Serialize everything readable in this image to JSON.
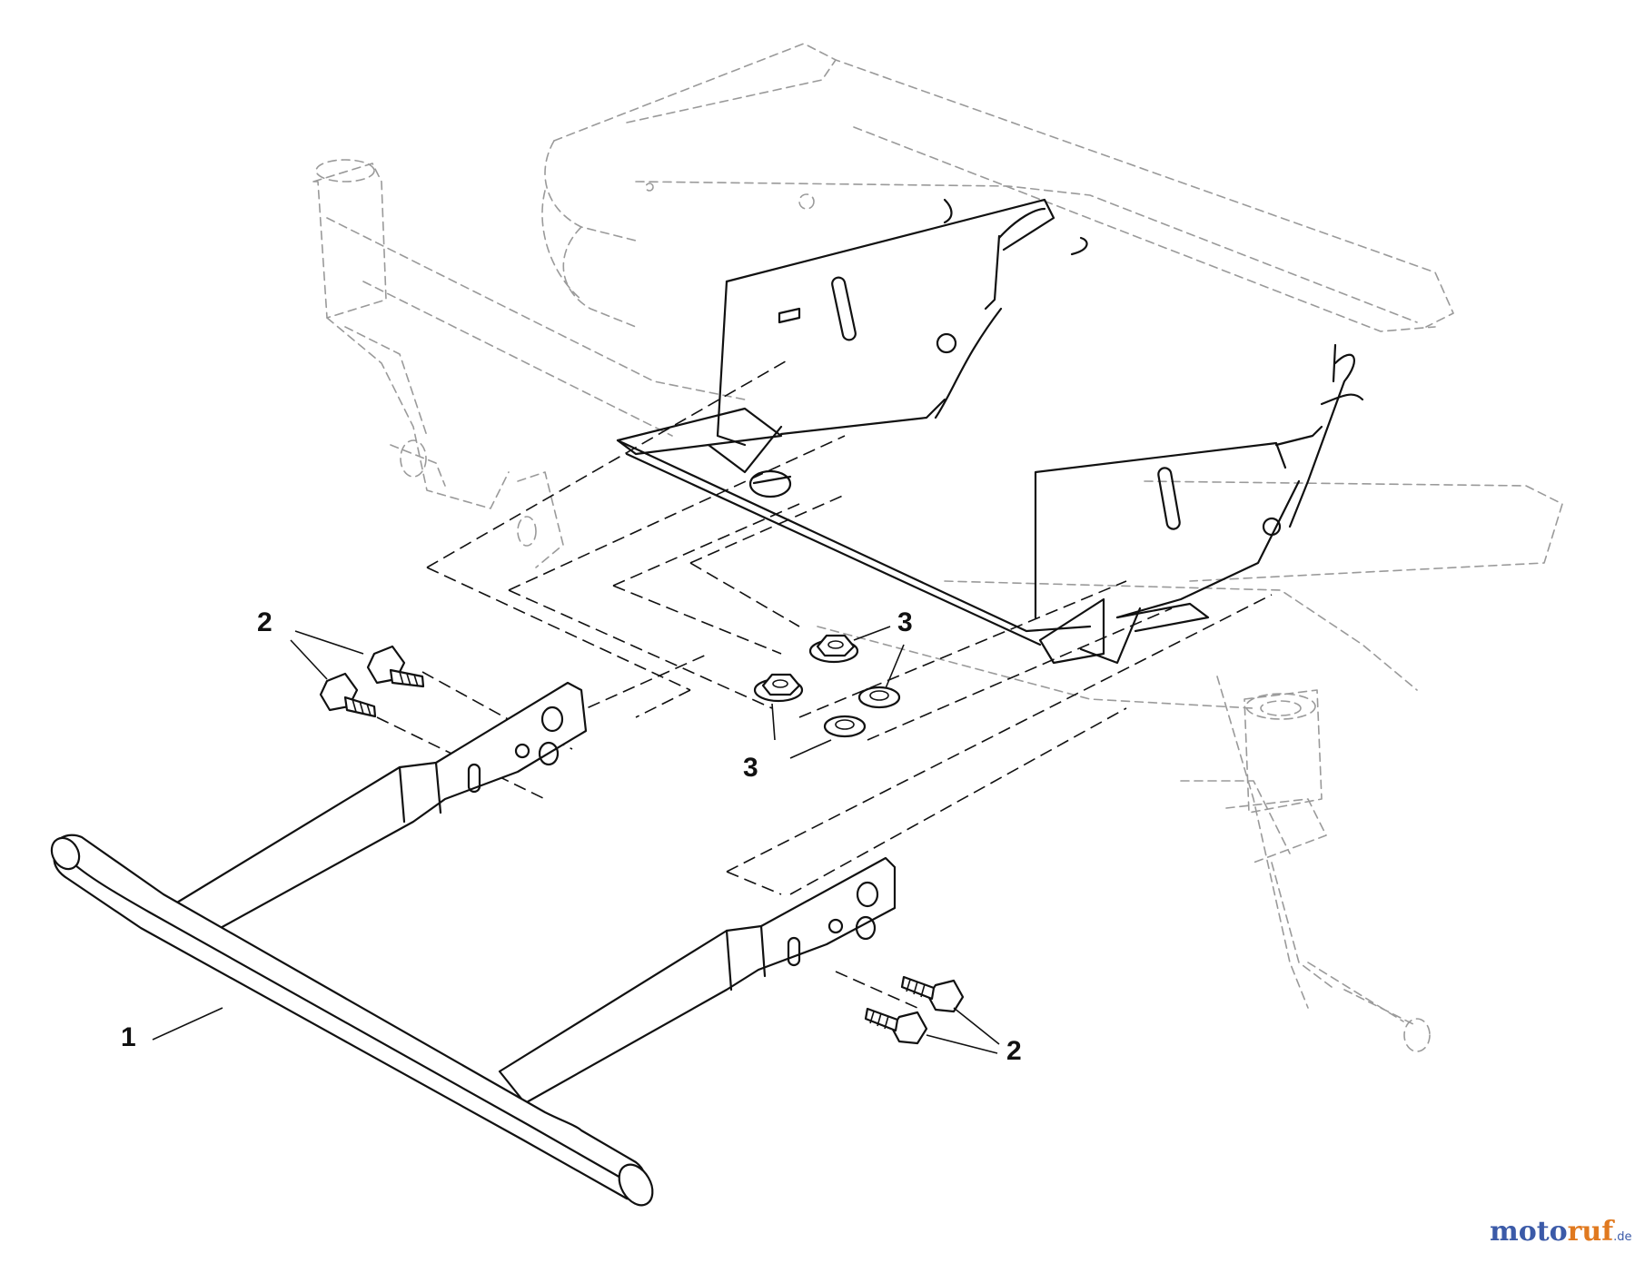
{
  "diagram": {
    "callouts": [
      {
        "id": "c1",
        "label": "1"
      },
      {
        "id": "c2a",
        "label": "2"
      },
      {
        "id": "c2b",
        "label": "2"
      },
      {
        "id": "c3a",
        "label": "3"
      },
      {
        "id": "c3b",
        "label": "3"
      }
    ]
  },
  "watermark": {
    "moto": "moto",
    "ruf": "ruf",
    "tld": ".de",
    "colors": {
      "moto": "#3b5aa8",
      "ruf": "#e0791f"
    }
  },
  "colors": {
    "line": "#111111",
    "ghost": "#9a9a9a",
    "background": "#ffffff"
  }
}
